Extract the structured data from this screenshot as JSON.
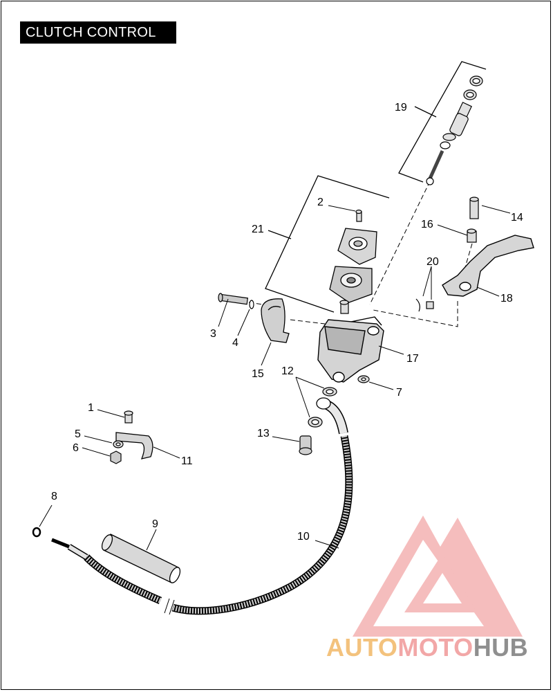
{
  "title": "CLUTCH CONTROL",
  "callouts": {
    "c1": "1",
    "c2": "2",
    "c3": "3",
    "c4": "4",
    "c5": "5",
    "c6": "6",
    "c7": "7",
    "c8": "8",
    "c9": "9",
    "c10": "10",
    "c11": "11",
    "c12": "12",
    "c13": "13",
    "c14": "14",
    "c15": "15",
    "c16": "16",
    "c17": "17",
    "c18": "18",
    "c19": "19",
    "c20": "20",
    "c21": "21"
  },
  "watermark": {
    "part1": "AUTO",
    "part2": "MOTO",
    "part3": "HUB",
    "colors": {
      "auto": "#f3c27d",
      "moto": "#f2a7a7",
      "hub": "#8f8f8f",
      "logo": "#f2a7a7"
    }
  }
}
